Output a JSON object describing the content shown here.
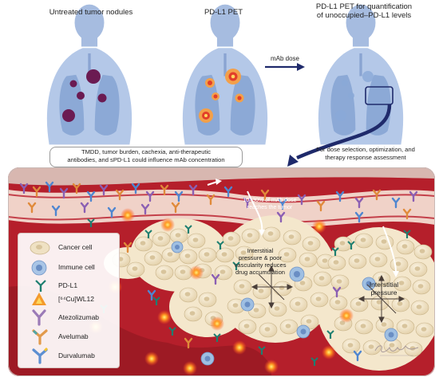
{
  "headers": {
    "untreated": "Untreated tumor nodules",
    "pet": "PD-L1 PET",
    "quant_line1": "PD-L1 PET for quantification",
    "quant_line2": "of unoccupied–PD-L1 levels"
  },
  "arrow_label": "mAb dose",
  "dose_note": {
    "line1": "For dose selection, optimization, and",
    "line2": "therapy response assessment"
  },
  "callout": {
    "line1": "TMDD, tumor burden, cachexia, anti-therapeutic",
    "line2": "antibodies, and sPD-L1 could influence mAb concentration"
  },
  "tissue_labels": {
    "reach_line1": "10–30% of mAb dose",
    "reach_line2": "reaches the tumor",
    "pressure_line1": "Interstitial",
    "pressure_line2": "pressure & poor",
    "pressure_line3": "vascularity reduces",
    "pressure_line4": "drug accumulation",
    "interstitial_line1": "Interstitial",
    "interstitial_line2": "pressure"
  },
  "legend": {
    "items": [
      {
        "label": "Cancer cell",
        "icon": "cancer-cell-icon",
        "color": "#ead9b6"
      },
      {
        "label": "Immune cell",
        "icon": "immune-cell-icon",
        "color": "#8fb3dc"
      },
      {
        "label": "PD-L1",
        "icon": "pd-l1-icon",
        "color": "#2a8a7a"
      },
      {
        "label": "[⁶⁴Cu]WL12",
        "icon": "tracer-icon",
        "color": "#f08a24"
      },
      {
        "label": "Atezolizumab",
        "icon": "atezolizumab-icon",
        "color": "#9b7bb7"
      },
      {
        "label": "Avelumab",
        "icon": "avelumab-icon",
        "color": "#e29a4c"
      },
      {
        "label": "Durvalumab",
        "icon": "durvalumab-icon",
        "color": "#5d8fd1"
      }
    ]
  },
  "colors": {
    "silhouette": "#9db4d8",
    "tissue_red": "#b3202a",
    "arrow_navy": "#1f2a6b",
    "cell_cream": "#efe3c8"
  }
}
